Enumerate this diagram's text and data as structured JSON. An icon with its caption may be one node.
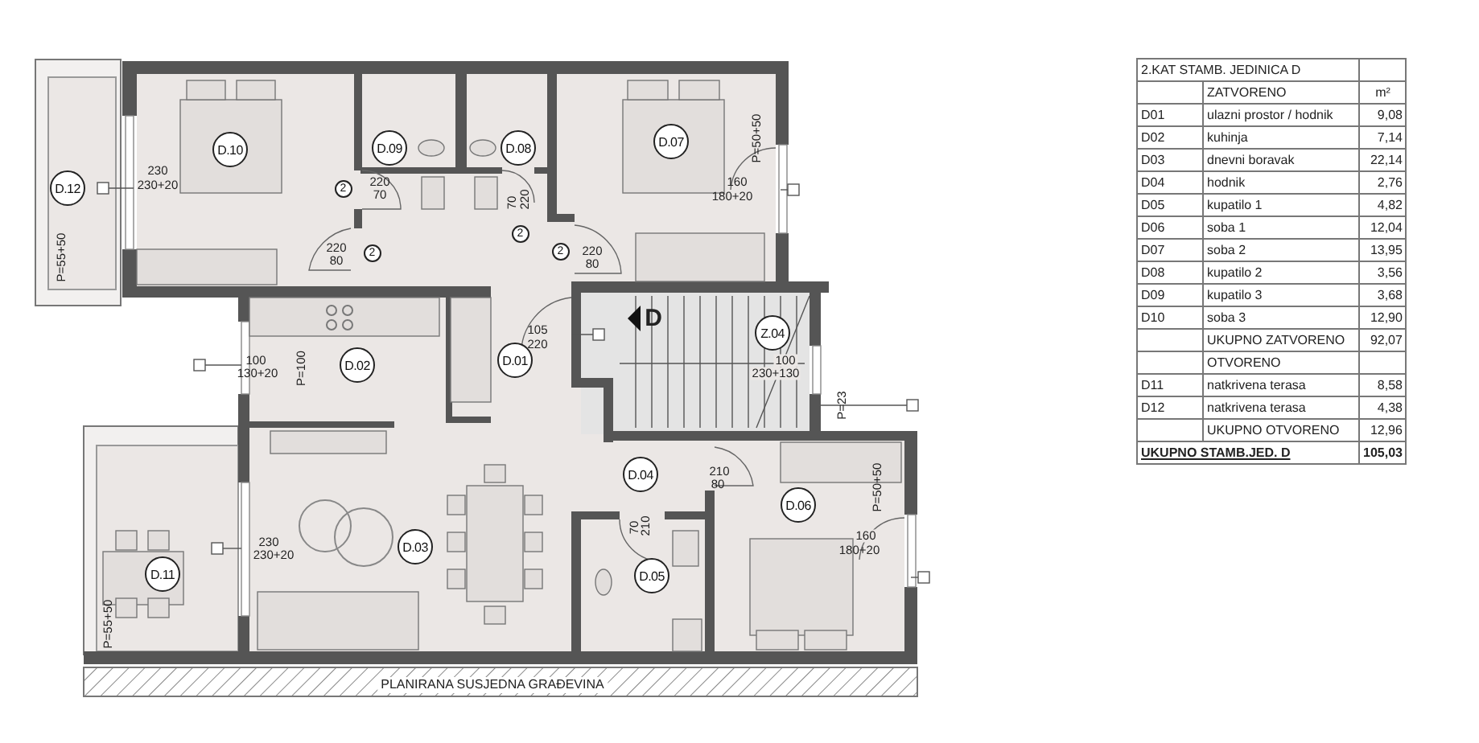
{
  "diagram": {
    "nodes": [
      {
        "text": [
          "D.10"
        ]
      },
      {
        "text": [
          "D.09"
        ]
      },
      {
        "text": [
          "D.08"
        ]
      },
      {
        "text": [
          "D.07"
        ]
      },
      {
        "text": [
          "D.12"
        ]
      },
      {
        "text": [
          "2"
        ]
      },
      {
        "text": [
          "2"
        ]
      },
      {
        "text": [
          "2"
        ]
      },
      {
        "text": [
          "2"
        ]
      },
      {
        "text": [
          "Z.04"
        ]
      },
      {
        "text": [
          "D.01"
        ]
      },
      {
        "text": [
          "D.02"
        ]
      },
      {
        "text": [
          "D.04"
        ]
      },
      {
        "text": [
          "D.06"
        ]
      },
      {
        "text": [
          "D.03"
        ]
      },
      {
        "text": [
          "D.11"
        ]
      },
      {
        "text": [
          "D.05"
        ]
      }
    ],
    "labels": [
      "230",
      "230+20",
      "P=55+50",
      "220",
      "70",
      "220",
      "80",
      "70",
      "220",
      "220",
      "80",
      "P=50+50",
      "160",
      "180+20",
      "D",
      "105",
      "220",
      "100",
      "130+20",
      "P=100",
      "100",
      "230+130",
      "P=23",
      "230",
      "230+20",
      "P=55+50",
      "210",
      "80",
      "70",
      "210",
      "P=50+50",
      "160",
      "180+20",
      "PLANIRANA SUSJEDNA GRAĐEVINA",
      "2.KAT STAMB. JEDINICA D",
      "ZATVORENO",
      "m²",
      "D01",
      "ulazni prostor / hodnik",
      "9,08",
      "D02",
      "kuhinja",
      "7,14",
      "D03",
      "dnevni boravak",
      "22,14",
      "D04",
      "hodnik",
      "2,76",
      "D05",
      "kupatilo 1",
      "4,82",
      "D06",
      "soba 1",
      "12,04",
      "D07",
      "soba 2",
      "13,95",
      "D08",
      "kupatilo 2",
      "3,56",
      "D09",
      "kupatilo 3",
      "3,68",
      "D10",
      "soba 3",
      "12,90",
      "UKUPNO ZATVORENO",
      "92,07",
      "OTVORENO",
      "D11",
      "natkrivena terasa",
      "8,58",
      "D12",
      "natkrivena terasa",
      "4,38",
      "UKUPNO OTVORENO",
      "12,96",
      "UKUPNO STAMB.JED. D",
      "105,03"
    ]
  }
}
